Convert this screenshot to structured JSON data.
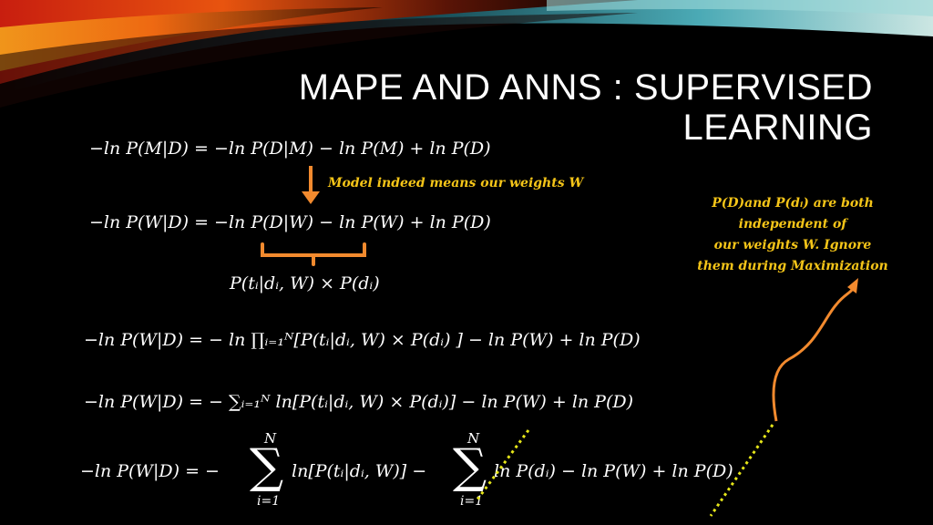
{
  "title": {
    "line1": "MAPE AND ANNS : SUPERVISED",
    "line2": "LEARNING"
  },
  "equations": {
    "eq1": "−ln P(M|D) = −ln P(D|M) −  ln P(M) + ln P(D)",
    "eq2": "−ln P(W|D) = −ln P(D|W) −  ln P(W) + ln P(D)",
    "eq2_sub": "P(tᵢ|dᵢ, W) × P(dᵢ)",
    "eq3": "−ln P(W|D) = − ln ∏ᵢ₌₁ᴺ[P(tᵢ|dᵢ, W) × P(dᵢ)  ] − ln P(W) + ln P(D)",
    "eq4": "−ln P(W|D) = − ∑ᵢ₌₁ᴺ ln[P(tᵢ|dᵢ, W) × P(dᵢ)] − ln P(W) + ln P(D)",
    "eq5_lhs": "−ln P(W|D) = −",
    "eq5_sum_top": "N",
    "eq5_sum_bottom": "i=1",
    "eq5_term1": "ln[P(tᵢ|dᵢ, W)] −",
    "eq5_sum2_top": "N",
    "eq5_sum2_bottom": "i=1",
    "eq5_term2": "ln P(dᵢ) − ln P(W) + ln P(D)"
  },
  "annotations": {
    "model_note": "Model indeed means our weights W",
    "independence_note": [
      "P(D)and P(dᵢ) are both",
      "independent of",
      "our weights W. Ignore",
      "them during Maximization"
    ]
  },
  "colors": {
    "background": "#000000",
    "annotation_text": "#f5c518",
    "arrow_orange": "#f28a2e",
    "strike_yellow": "#e6e619"
  }
}
